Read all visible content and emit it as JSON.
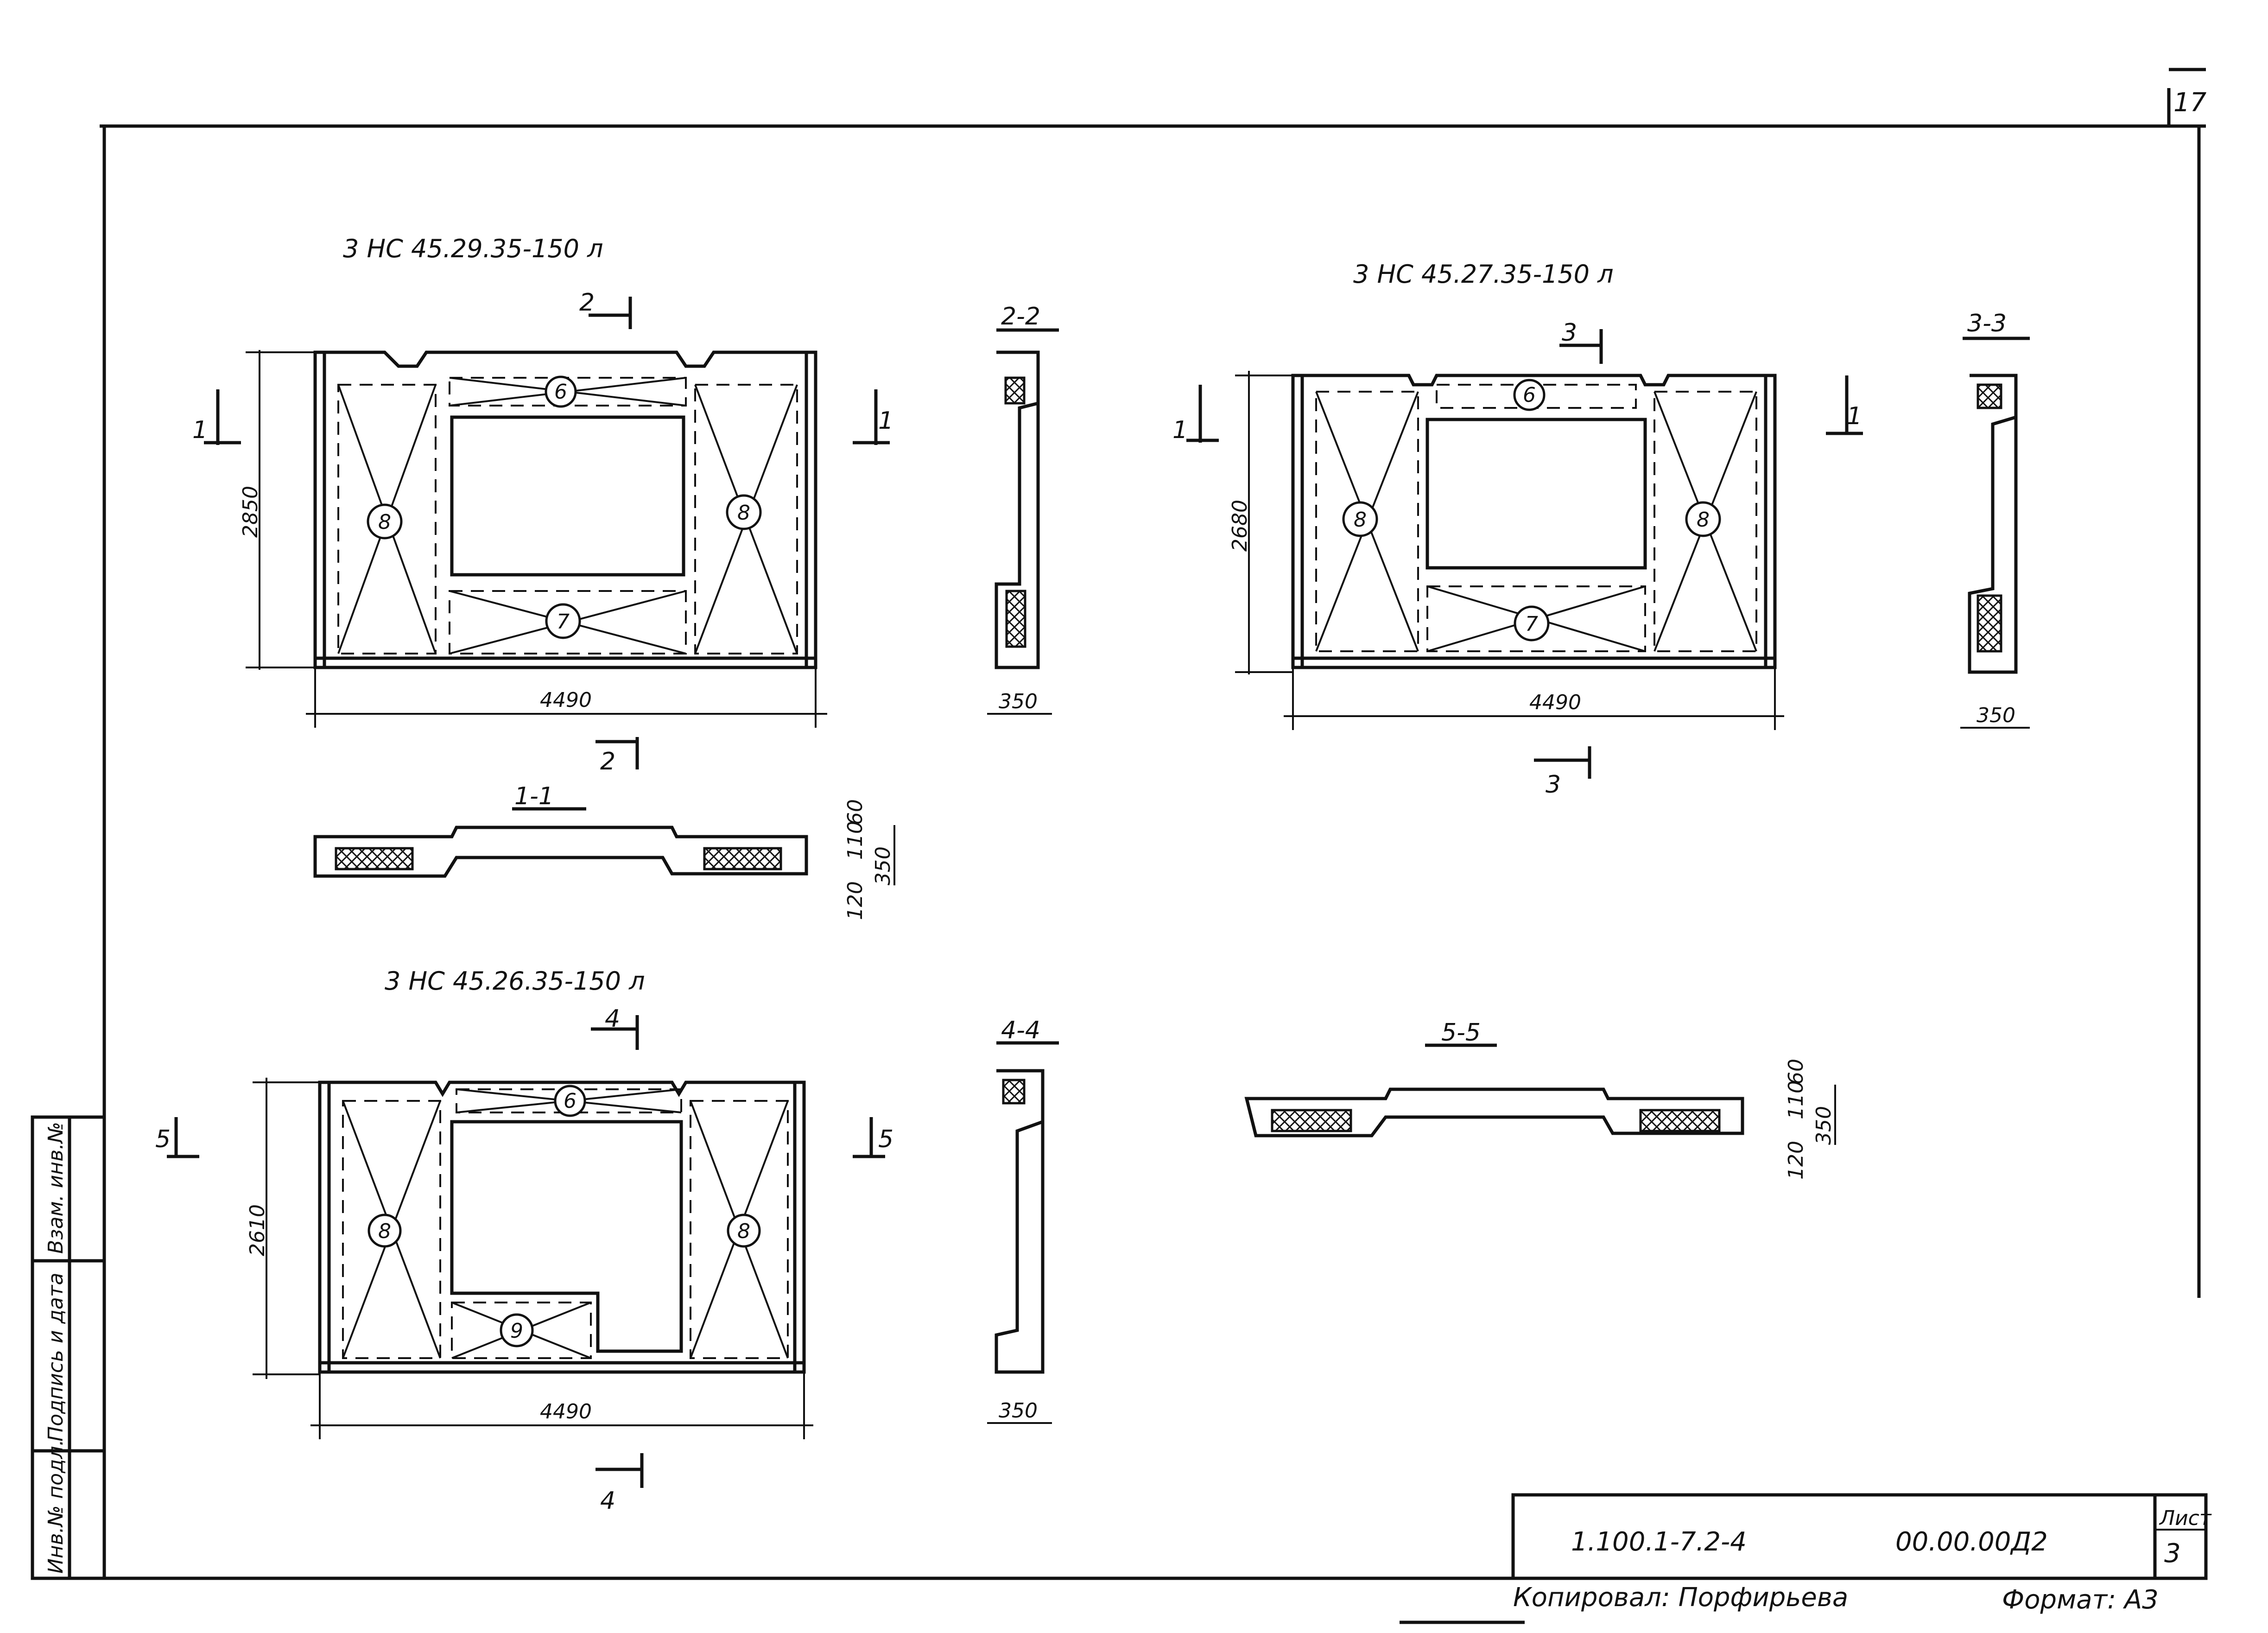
{
  "sheet": {
    "page_number": "17",
    "stamp": {
      "doc_code": "1.100.1-7.2-4",
      "doc_number": "00.00.00Д2",
      "sheet_label": "Лист",
      "sheet_value": "3",
      "copied_by": "Копировал: Порфирьева",
      "format": "Формат: А3"
    },
    "side_labels": [
      "Инв.№ подл.",
      "Подпись и дата",
      "Взам. инв.№"
    ]
  },
  "panels": [
    {
      "title": "3 НС 45.29.35-150 л",
      "width": "4490",
      "height": "2850",
      "section_top": "2",
      "section_bottom": "2",
      "cut_left": "1",
      "cut_right": "1",
      "side_section": {
        "label": "2-2",
        "thickness": "350"
      },
      "marks": {
        "top": "6",
        "bottom": "7",
        "left": "8",
        "right": "8"
      }
    },
    {
      "title": "3 НС 45.27.35-150 л",
      "width": "4490",
      "height": "2680",
      "section_top": "3",
      "section_bottom": "3",
      "cut_left": "1",
      "cut_right": "1",
      "side_section": {
        "label": "3-3",
        "thickness": "350"
      },
      "marks": {
        "top": "6",
        "bottom": "7",
        "left": "8",
        "right": "8"
      }
    },
    {
      "title": "3 НС 45.26.35-150 л",
      "width": "4490",
      "height": "2610",
      "section_top": "4",
      "section_bottom": "4",
      "cut_left": "5",
      "cut_right": "5",
      "side_section": {
        "label": "4-4",
        "thickness": "350"
      },
      "marks": {
        "top": "6",
        "bottom": "9",
        "left": "8",
        "right": "8"
      }
    }
  ],
  "plan_sections": [
    {
      "label": "1-1",
      "dims": [
        "60",
        "110",
        "350",
        "120"
      ]
    },
    {
      "label": "5-5",
      "dims": [
        "60",
        "110",
        "350",
        "120"
      ]
    }
  ]
}
